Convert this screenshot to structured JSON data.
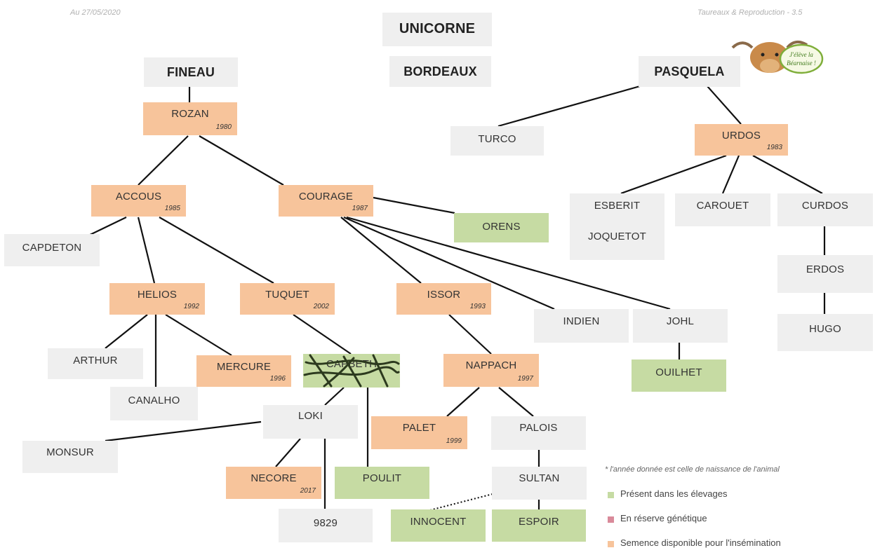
{
  "header": {
    "date": "Au 27/05/2020",
    "ref": "Taureaux & Reproduction - 3.5"
  },
  "titles": {
    "unicorne": "UNICORNE",
    "bordeaux": "BORDEAUX",
    "fineau": "FINEAU",
    "pasquela": "PASQUELA"
  },
  "nodes": {
    "rozan": {
      "name": "ROZAN",
      "year": "1980",
      "status": "semence"
    },
    "accous": {
      "name": "ACCOUS",
      "year": "1985",
      "status": "semence"
    },
    "courage": {
      "name": "COURAGE",
      "year": "1987",
      "status": "semence"
    },
    "orens": {
      "name": "ORENS",
      "status": "present"
    },
    "capdeton": {
      "name": "CAPDETON",
      "status": "none"
    },
    "helios": {
      "name": "HELIOS",
      "year": "1992",
      "status": "semence"
    },
    "tuquet": {
      "name": "TUQUET",
      "year": "2002",
      "status": "semence"
    },
    "issor": {
      "name": "ISSOR",
      "year": "1993",
      "status": "semence"
    },
    "indien": {
      "name": "INDIEN",
      "status": "none"
    },
    "johl": {
      "name": "JOHL",
      "status": "none"
    },
    "ouilhet": {
      "name": "OUILHET",
      "status": "present"
    },
    "arthur": {
      "name": "ARTHUR",
      "status": "none"
    },
    "canalho": {
      "name": "CANALHO",
      "status": "none"
    },
    "mercure": {
      "name": "MERCURE",
      "year": "1996",
      "status": "semence"
    },
    "capbeth": {
      "name": "CAPBETH",
      "status": "crossed"
    },
    "nappach": {
      "name": "NAPPACH",
      "year": "1997",
      "status": "semence"
    },
    "loki": {
      "name": "LOKI",
      "status": "none"
    },
    "monsur": {
      "name": "MONSUR",
      "status": "none"
    },
    "palet": {
      "name": "PALET",
      "year": "1999",
      "status": "semence"
    },
    "palois": {
      "name": "PALOIS",
      "status": "none"
    },
    "necore": {
      "name": "NECORE",
      "year": "2017",
      "status": "semence"
    },
    "poulit": {
      "name": "POULIT",
      "status": "present"
    },
    "sultan": {
      "name": "SULTAN",
      "status": "none"
    },
    "n9829": {
      "name": "9829",
      "status": "none"
    },
    "innocent": {
      "name": "INNOCENT",
      "status": "present"
    },
    "espoir": {
      "name": "ESPOIR",
      "status": "present"
    },
    "turco": {
      "name": "TURCO",
      "status": "none"
    },
    "urdos": {
      "name": "URDOS",
      "year": "1983",
      "status": "semence"
    },
    "esberit": {
      "name": "ESBERIT",
      "status": "none"
    },
    "joquetot": {
      "name": "JOQUETOT",
      "status": "none"
    },
    "carouet": {
      "name": "CAROUET",
      "status": "none"
    },
    "curdos": {
      "name": "CURDOS",
      "status": "none"
    },
    "erdos": {
      "name": "ERDOS",
      "status": "none"
    },
    "hugo": {
      "name": "HUGO",
      "status": "none"
    }
  },
  "legend": {
    "note": "* l'année donnée est celle de naissance de l'animal",
    "present": "Présent dans les élevages",
    "reserve": "En réserve génétique",
    "semence": "Semence disponible pour l'insémination"
  },
  "colors": {
    "present": "#c6dba3",
    "reserve": "#d98a9a",
    "semence": "#f7c49b",
    "none": "#efefef"
  },
  "logo": {
    "text_line1": "J'élève la",
    "text_line2": "Béarnaise !"
  }
}
